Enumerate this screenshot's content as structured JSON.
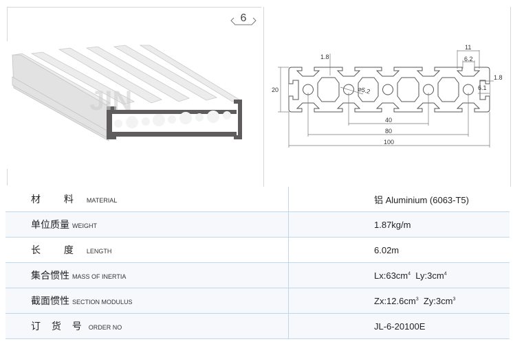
{
  "badge": {
    "number": "6"
  },
  "watermark": "JIN",
  "drawing": {
    "dimensions": [
      "1.8",
      "11",
      "6.2",
      "1.8",
      "20",
      "⌀5.2",
      "6.1",
      "40",
      "80",
      "100"
    ]
  },
  "specs": [
    {
      "cn": "材 料",
      "en": "MATERIAL",
      "value": "铝 Aluminium (6063-T5)"
    },
    {
      "cn": "单位质量",
      "en": "WEIGHT",
      "value": "1.87kg/m"
    },
    {
      "cn": "长 度",
      "en": "LENGTH",
      "value": "6.02m"
    },
    {
      "cn": "集合惯性",
      "en": "MASS OF INERTIA",
      "value_a": "Lx:63cm",
      "exp_a": "4",
      "value_b": "Ly:3cm",
      "exp_b": "4"
    },
    {
      "cn": "截面惯性",
      "en": "SECTION MODULUS",
      "value_a": "Zx:12.6cm",
      "exp_a": "3",
      "value_b": "Zy:3cm",
      "exp_b": "3"
    },
    {
      "cn": "订 货 号",
      "en": "ORDER NO",
      "value": "JL-6-20100E"
    }
  ],
  "colors": {
    "border": "#d6d6d6",
    "table_line": "#bcd7ee",
    "row_shade": "#f6f8fc",
    "profile_end": "#5f5c5e"
  }
}
